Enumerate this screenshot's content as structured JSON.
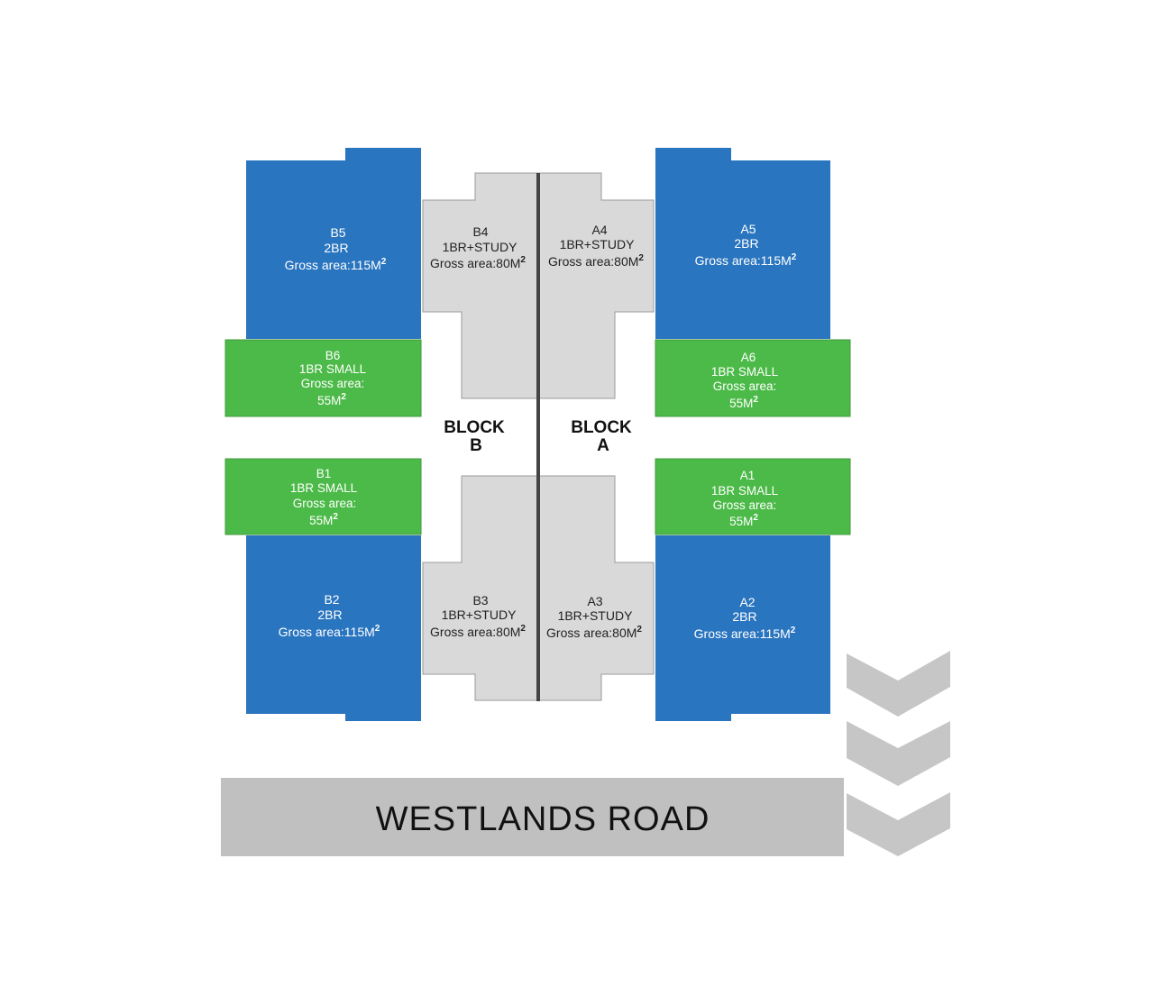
{
  "colors": {
    "two_br": "#2a75bf",
    "one_br_small": "#4cba48",
    "one_br_study": "#d9d9d9",
    "road": "#c0c0c0",
    "chevron": "#c6c6c6",
    "divider": "#444444"
  },
  "units": {
    "B5": {
      "id": "B5",
      "type": "2BR",
      "area": "Gross area:115M",
      "sup": "2"
    },
    "A5": {
      "id": "A5",
      "type": "2BR",
      "area": "Gross area:115M",
      "sup": "2"
    },
    "B2": {
      "id": "B2",
      "type": "2BR",
      "area": "Gross area:115M",
      "sup": "2"
    },
    "A2": {
      "id": "A2",
      "type": "2BR",
      "area": "Gross area:115M",
      "sup": "2"
    },
    "B4": {
      "id": "B4",
      "type": "1BR+STUDY",
      "area": "Gross area:80M",
      "sup": "2"
    },
    "A4": {
      "id": "A4",
      "type": "1BR+STUDY",
      "area": "Gross area:80M",
      "sup": "2"
    },
    "B3": {
      "id": "B3",
      "type": "1BR+STUDY",
      "area": "Gross area:80M",
      "sup": "2"
    },
    "A3": {
      "id": "A3",
      "type": "1BR+STUDY",
      "area": "Gross area:80M",
      "sup": "2"
    },
    "B6": {
      "id": "B6",
      "type": "1BR SMALL",
      "area_label": "Gross area:",
      "area_value": "55M",
      "sup": "2"
    },
    "A6": {
      "id": "A6",
      "type": "1BR SMALL",
      "area_label": "Gross area:",
      "area_value": "55M",
      "sup": "2"
    },
    "B1": {
      "id": "B1",
      "type": "1BR SMALL",
      "area_label": "Gross area:",
      "area_value": "55M",
      "sup": "2"
    },
    "A1": {
      "id": "A1",
      "type": "1BR SMALL",
      "area_label": "Gross area:",
      "area_value": "55M",
      "sup": "2"
    }
  },
  "blocks": {
    "b": {
      "line1": "BLOCK",
      "line2": "B"
    },
    "a": {
      "line1": "BLOCK",
      "line2": "A"
    }
  },
  "road": {
    "label": "WESTLANDS ROAD"
  }
}
